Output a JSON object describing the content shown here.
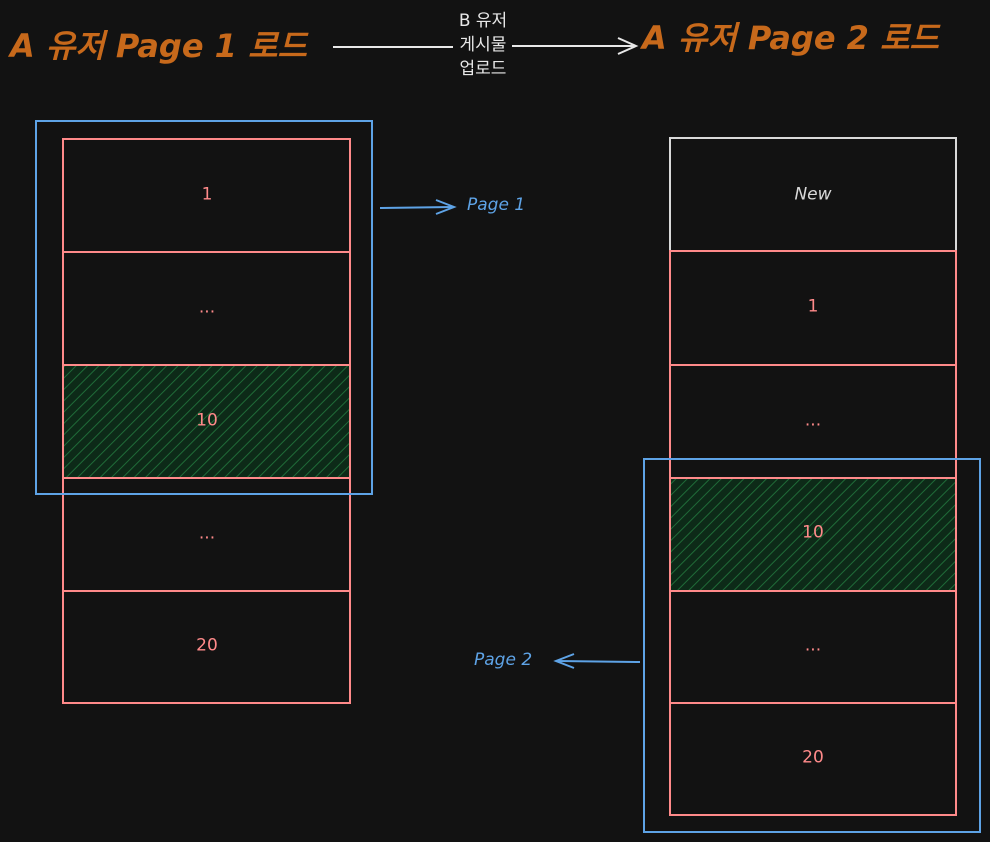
{
  "header": {
    "left_title": "A 유저 Page 1 로드",
    "right_title": "A 유저 Page 2 로드",
    "transition_label": [
      "B 유저",
      "게시물",
      "업로드"
    ]
  },
  "left_column": {
    "cells": [
      "1",
      "...",
      "10",
      "...",
      "20"
    ],
    "highlighted_index": 2,
    "page_label": "Page 1"
  },
  "right_column": {
    "cells": [
      "New",
      "1",
      "...",
      "10",
      "...",
      "20"
    ],
    "highlighted_index": 3,
    "page_label": "Page 2"
  },
  "colors": {
    "background": "#121212",
    "title": "#c7691b",
    "cell_border": "#ff8a8a",
    "new_border": "#d9d9d9",
    "page_box": "#5ea3e6",
    "highlight_fill": "#0f3a22",
    "arrow": "#e8e8e8"
  }
}
